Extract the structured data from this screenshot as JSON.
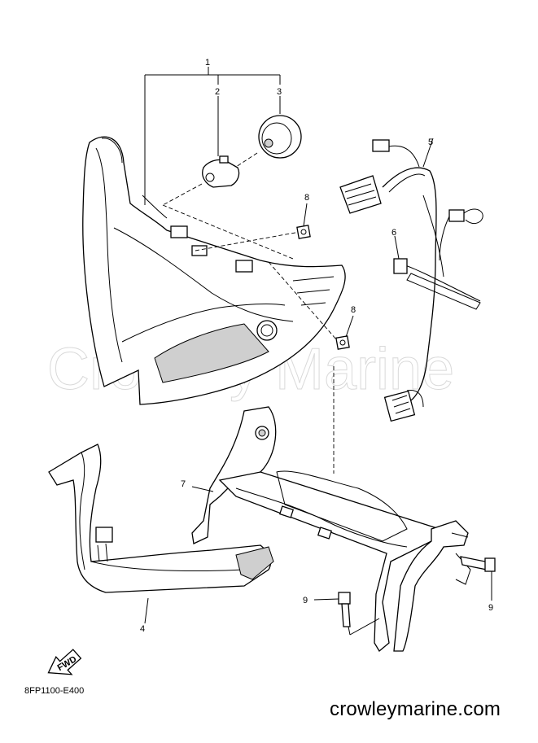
{
  "watermark": "Crowley Marine",
  "callouts": {
    "c1": "1",
    "c2": "2",
    "c3": "3",
    "c4": "4",
    "c5": "5",
    "c6": "6",
    "c7": "7",
    "c8a": "8",
    "c8b": "8",
    "c9a": "9",
    "c9b": "9"
  },
  "fwd_label": "FWD",
  "diagram_code": "8FP1100-E400",
  "site": "crowleymarine.com"
}
